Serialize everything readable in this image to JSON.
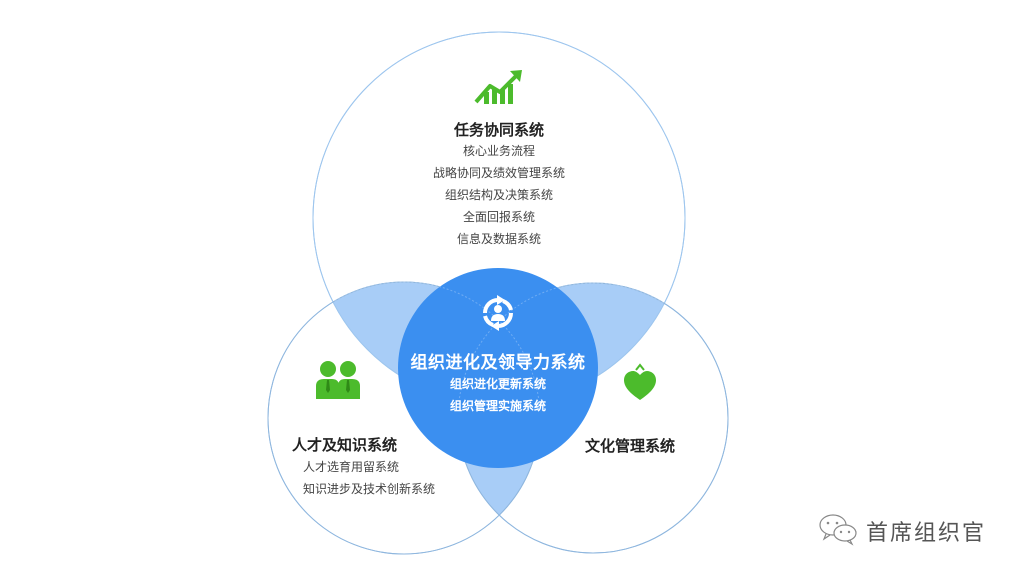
{
  "diagram": {
    "type": "venn",
    "colors": {
      "circle_stroke": "#9ec6ee",
      "overlap_fill": "#a8cdf7",
      "center_fill": "#3b8ff0",
      "icon_green": "#4cbb2c",
      "text_dark": "#222222",
      "text_gray": "#444444"
    },
    "top_circle": {
      "icon": "growth-chart-icon",
      "title": "任务协同系统",
      "items": [
        "核心业务流程",
        "战略协同及绩效管理系统",
        "组织结构及决策系统",
        "全面回报系统",
        "信息及数据系统"
      ]
    },
    "left_circle": {
      "icon": "people-icon",
      "title": "人才及知识系统",
      "items": [
        "人才选育用留系统",
        "知识进步及技术创新系统"
      ]
    },
    "right_circle": {
      "icon": "heart-icon",
      "title": "文化管理系统",
      "items": []
    },
    "center_circle": {
      "icon": "cycle-person-icon",
      "title": "组织进化及领导力系统",
      "items": [
        "组织进化更新系统",
        "组织管理实施系统"
      ]
    }
  },
  "watermark": {
    "icon": "wechat-icon",
    "text": "首席组织官"
  }
}
